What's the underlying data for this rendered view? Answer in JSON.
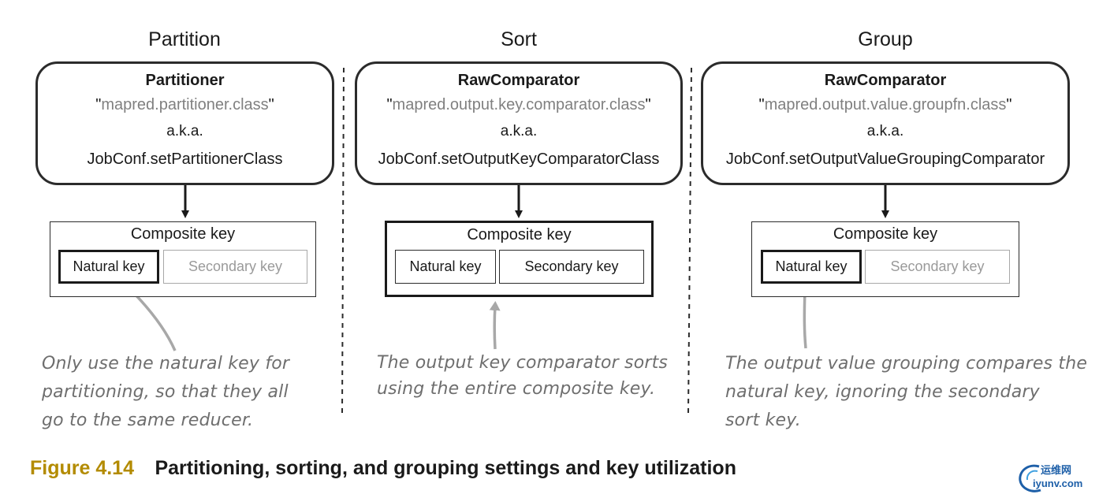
{
  "columns": [
    {
      "title": "Partition",
      "config_box": {
        "class_name": "Partitioner",
        "property": "mapred.partitioner.class",
        "aka": "a.k.a.",
        "setter": "JobConf.setPartitionerClass"
      },
      "key_box": {
        "title": "Composite key",
        "natural_key": "Natural key",
        "secondary_key": "Secondary key"
      },
      "note_lines": [
        "Only use the natural key for",
        "partitioning, so that they all",
        "go to the same reducer."
      ]
    },
    {
      "title": "Sort",
      "config_box": {
        "class_name": "RawComparator",
        "property": "mapred.output.key.comparator.class",
        "aka": "a.k.a.",
        "setter": "JobConf.setOutputKeyComparatorClass"
      },
      "key_box": {
        "title": "Composite key",
        "natural_key": "Natural key",
        "secondary_key": "Secondary key"
      },
      "note_lines": [
        "The output key comparator sorts",
        "using the entire composite key."
      ]
    },
    {
      "title": "Group",
      "config_box": {
        "class_name": "RawComparator",
        "property": "mapred.output.value.groupfn.class",
        "aka": "a.k.a.",
        "setter": "JobConf.setOutputValueGroupingComparator"
      },
      "key_box": {
        "title": "Composite key",
        "natural_key": "Natural key",
        "secondary_key": "Secondary key"
      },
      "note_lines": [
        "The output value grouping compares the",
        "natural key, ignoring the secondary",
        "sort key."
      ]
    }
  ],
  "caption": {
    "number": "Figure 4.14",
    "text": "Partitioning, sorting, and grouping settings and key utilization"
  },
  "watermark": {
    "line1": "运维网",
    "line2": "iyunv.com"
  },
  "colors": {
    "caption_number": "#b38b00",
    "note_text": "#6e6e6e",
    "muted_key": "#9a9a9a",
    "pointer_arrow": "#a8a8a8",
    "watermark": "#1d5fa8"
  }
}
